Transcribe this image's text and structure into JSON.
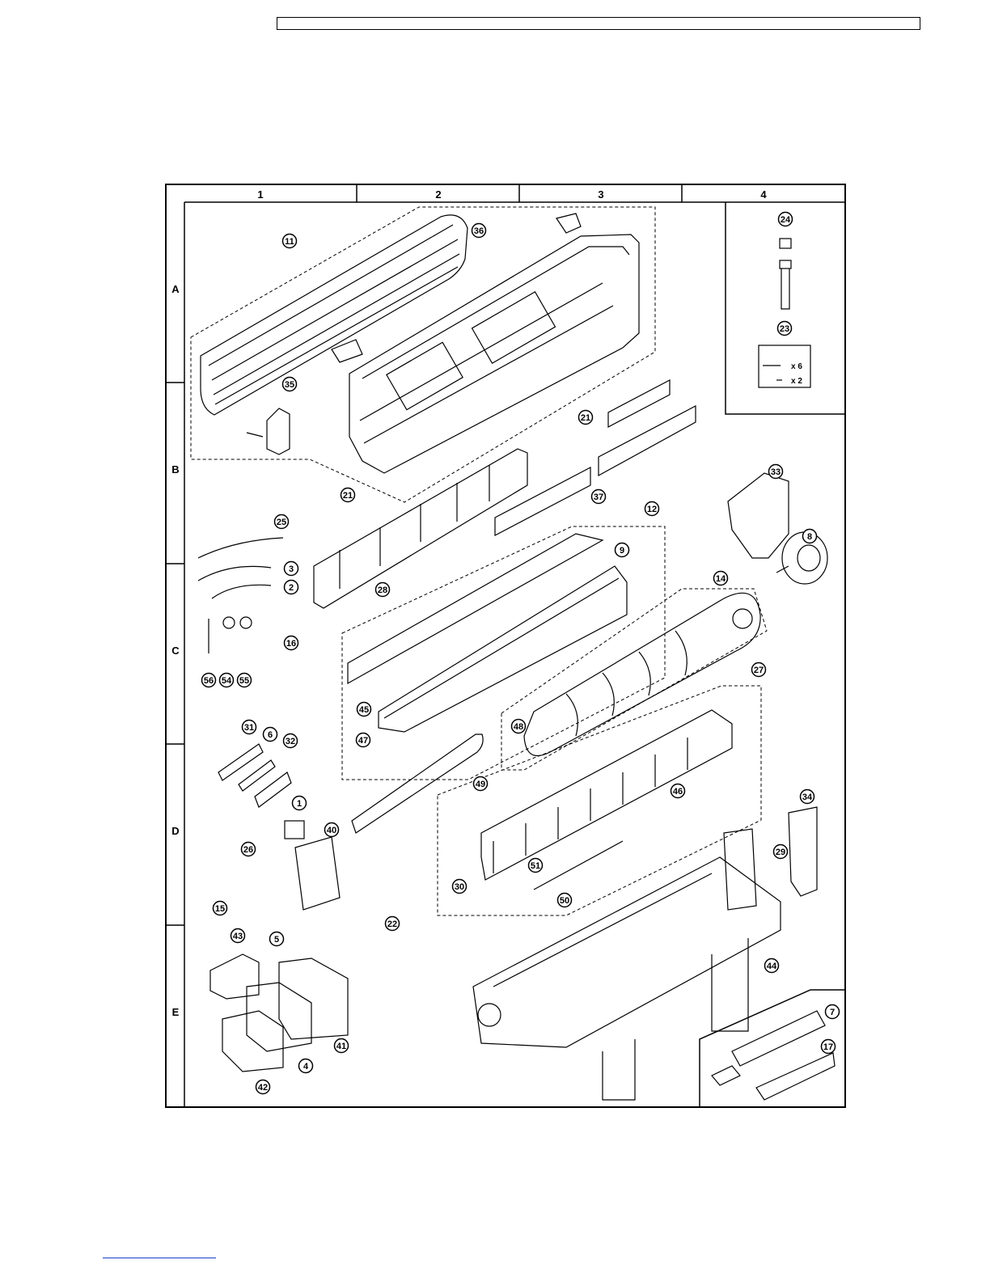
{
  "grid": {
    "columns": [
      "1",
      "2",
      "3",
      "4"
    ],
    "rows": [
      "A",
      "B",
      "C",
      "D",
      "E"
    ]
  },
  "callouts": {
    "c11": "11",
    "c36": "36",
    "c35": "35",
    "c21a": "21",
    "c21b": "21",
    "c25": "25",
    "c3": "3",
    "c2": "2",
    "c16": "16",
    "c56": "56",
    "c54": "54",
    "c55": "55",
    "c28": "28",
    "c12": "12",
    "c37": "37",
    "c9": "9",
    "c33": "33",
    "c8": "8",
    "c14": "14",
    "c27": "27",
    "c45": "45",
    "c47": "47",
    "c48": "48",
    "c49": "49",
    "c46": "46",
    "c31": "31",
    "c6": "6",
    "c32": "32",
    "c1": "1",
    "c40": "40",
    "c26": "26",
    "c15": "15",
    "c22": "22",
    "c5": "5",
    "c34": "34",
    "c29": "29",
    "c51": "51",
    "c50": "50",
    "c30": "30",
    "c44": "44",
    "c43": "43",
    "c41": "41",
    "c4": "4",
    "c42": "42",
    "c7": "7",
    "c17": "17",
    "c24": "24",
    "c23": "23"
  },
  "screw_kit": {
    "qty_a": "x 6",
    "qty_b": "x 2"
  }
}
